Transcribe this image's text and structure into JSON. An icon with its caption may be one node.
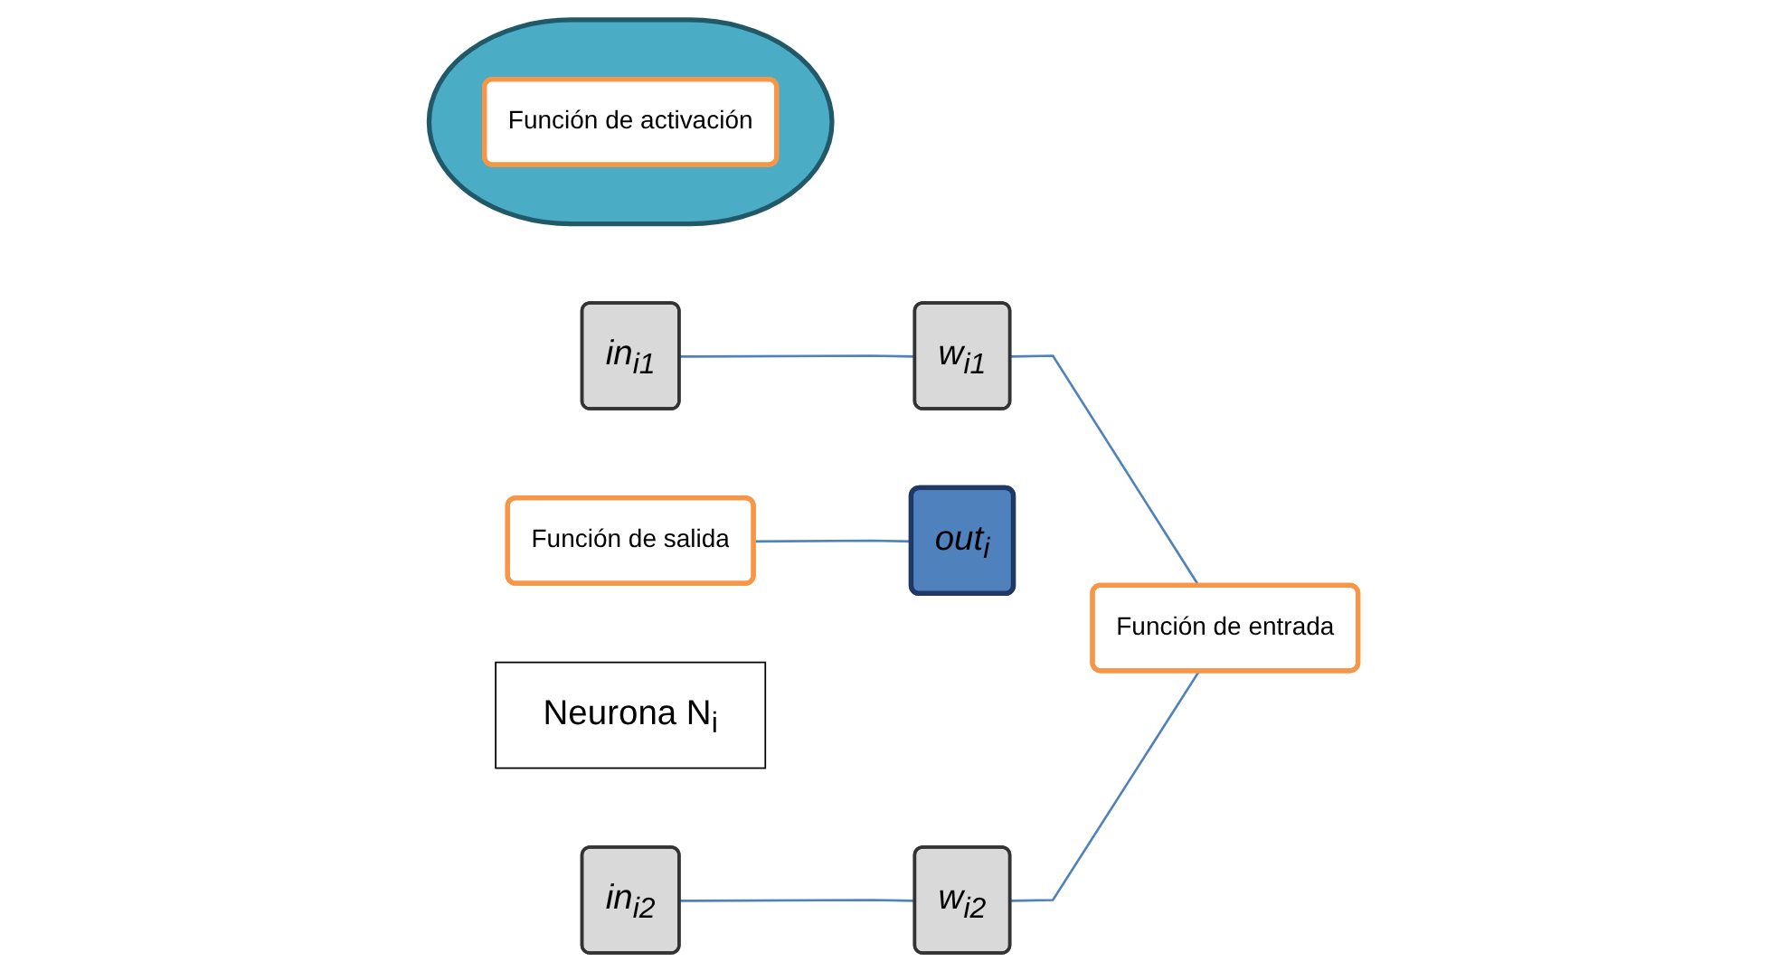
{
  "diagram": {
    "nodes": [
      {
        "text": [
          "in$_{i1}$"
        ]
      },
      {
        "text": [
          "w$_{i1}$"
        ]
      },
      {
        "text": [],
        "shape": "ellipse"
      },
      {
        "text": [
          "Función de entrada"
        ]
      },
      {
        "text": [
          "Función de activación"
        ],
        "in": 2
      },
      {
        "text": [
          "Función de salida"
        ]
      },
      {
        "text": [
          "out$_{i}$"
        ]
      },
      {
        "text": [
          "w$_{i2}$"
        ]
      },
      {
        "text": [
          "Neurona N$_{i}$"
        ]
      },
      {
        "text": [
          "in$_{i2}$"
        ]
      }
    ],
    "edges": [
      {
        "from": 0,
        "to": 1,
        "arrow": "none"
      },
      {
        "from": 1,
        "to": 3,
        "arrow": "none"
      },
      {
        "from": 7,
        "to": 3,
        "arrow": "none"
      },
      {
        "from": 9,
        "to": 7,
        "arrow": "none"
      },
      {
        "from": 5,
        "to": 6,
        "arrow": "none"
      }
    ]
  }
}
